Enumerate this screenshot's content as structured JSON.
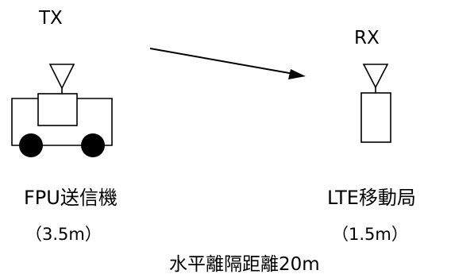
{
  "transmitter": {
    "tag": "TX",
    "name": "FPU送信機",
    "height": "（3.5m）"
  },
  "receiver": {
    "tag": "RX",
    "name": "LTE移動局",
    "height": "（1.5m）"
  },
  "separation": "水平離隔距離20m",
  "colors": {
    "line": "#000000",
    "background": "#ffffff"
  }
}
